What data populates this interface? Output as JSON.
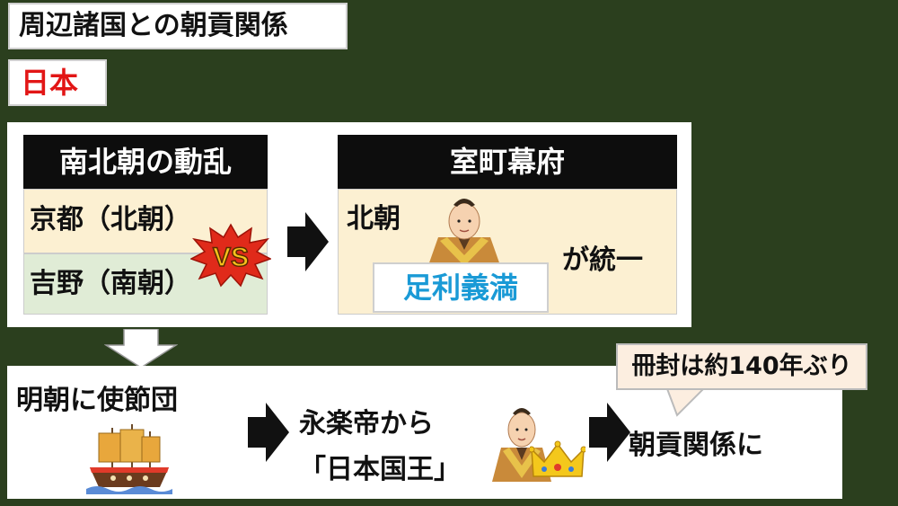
{
  "title": "周辺諸国との朝貢関係",
  "country": "日本",
  "panels": {
    "nanboku": {
      "header": "南北朝の動乱",
      "kyoto": "京都（北朝）",
      "yoshino": "吉野（南朝）",
      "vs": "VS"
    },
    "muromachi": {
      "header": "室町幕府",
      "hokucho": "北朝",
      "ashikaga": "足利義満",
      "toitsu": "が統一"
    }
  },
  "bottom": {
    "mission": "明朝に使節団",
    "eiraku_line1": "永楽帝から",
    "eiraku_line2": "「日本国王」",
    "tribute": "朝貢関係に",
    "bubble": "冊封は約140年ぶり"
  },
  "colors": {
    "background": "#2b3f1e",
    "accent_red": "#e21616",
    "accent_blue": "#1a9ad6"
  }
}
